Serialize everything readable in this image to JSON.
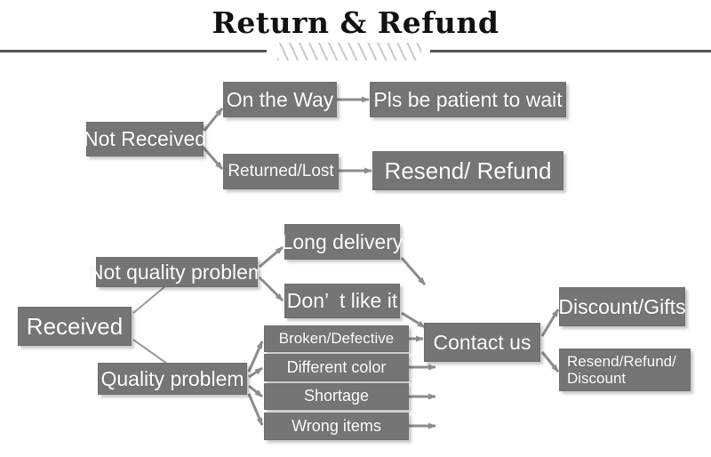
{
  "header": {
    "title": "Return & Refund",
    "divider": {
      "left_rule": "solid-rule",
      "hatch": "diagonal-hatch-ornament",
      "right_rule": "solid-rule"
    }
  },
  "flowchart": {
    "type": "diagram",
    "branches": [
      {
        "root": "Not Received",
        "paths": [
          {
            "status": "On the Way",
            "resolution": "Pls be patient to wait"
          },
          {
            "status": "Returned/Lost",
            "resolution": "Resend/ Refund"
          }
        ]
      },
      {
        "root": "Received",
        "categories": [
          {
            "name": "Not quality problem",
            "reasons": [
              "Long delivery",
              "Don’  t like it"
            ]
          },
          {
            "name": "Quality problem",
            "reasons": [
              "Broken/Defective",
              "Different color",
              "Shortage",
              "Wrong items"
            ]
          }
        ],
        "action": "Contact us",
        "outcomes": [
          "Discount/Gifts",
          "Resend/Refund/\nDiscount"
        ]
      }
    ]
  },
  "nodes": {
    "not_received": "Not Received",
    "on_the_way": "On the Way",
    "pls_wait": "Pls be patient to wait",
    "returned_lost": "Returned/Lost",
    "resend_refund": "Resend/ Refund",
    "received": "Received",
    "not_quality_problem": "Not quality problem",
    "quality_problem": "Quality problem",
    "long_delivery": "Long delivery",
    "dont_like_it": "Don’  t like it",
    "broken_defective": "Broken/Defective",
    "different_color": "Different color",
    "shortage": "Shortage",
    "wrong_items": "Wrong items",
    "contact_us": "Contact us",
    "discount_gifts": "Discount/Gifts",
    "resend_refund_discount": "Resend/Refund/\nDiscount"
  },
  "colors": {
    "node_fill": "#757575",
    "node_text": "#ffffff",
    "arrow": "#8c8c8c",
    "rule": "#555555",
    "hatch": "#c9c9c9",
    "title_text": "#111111",
    "background": "#ffffff"
  }
}
